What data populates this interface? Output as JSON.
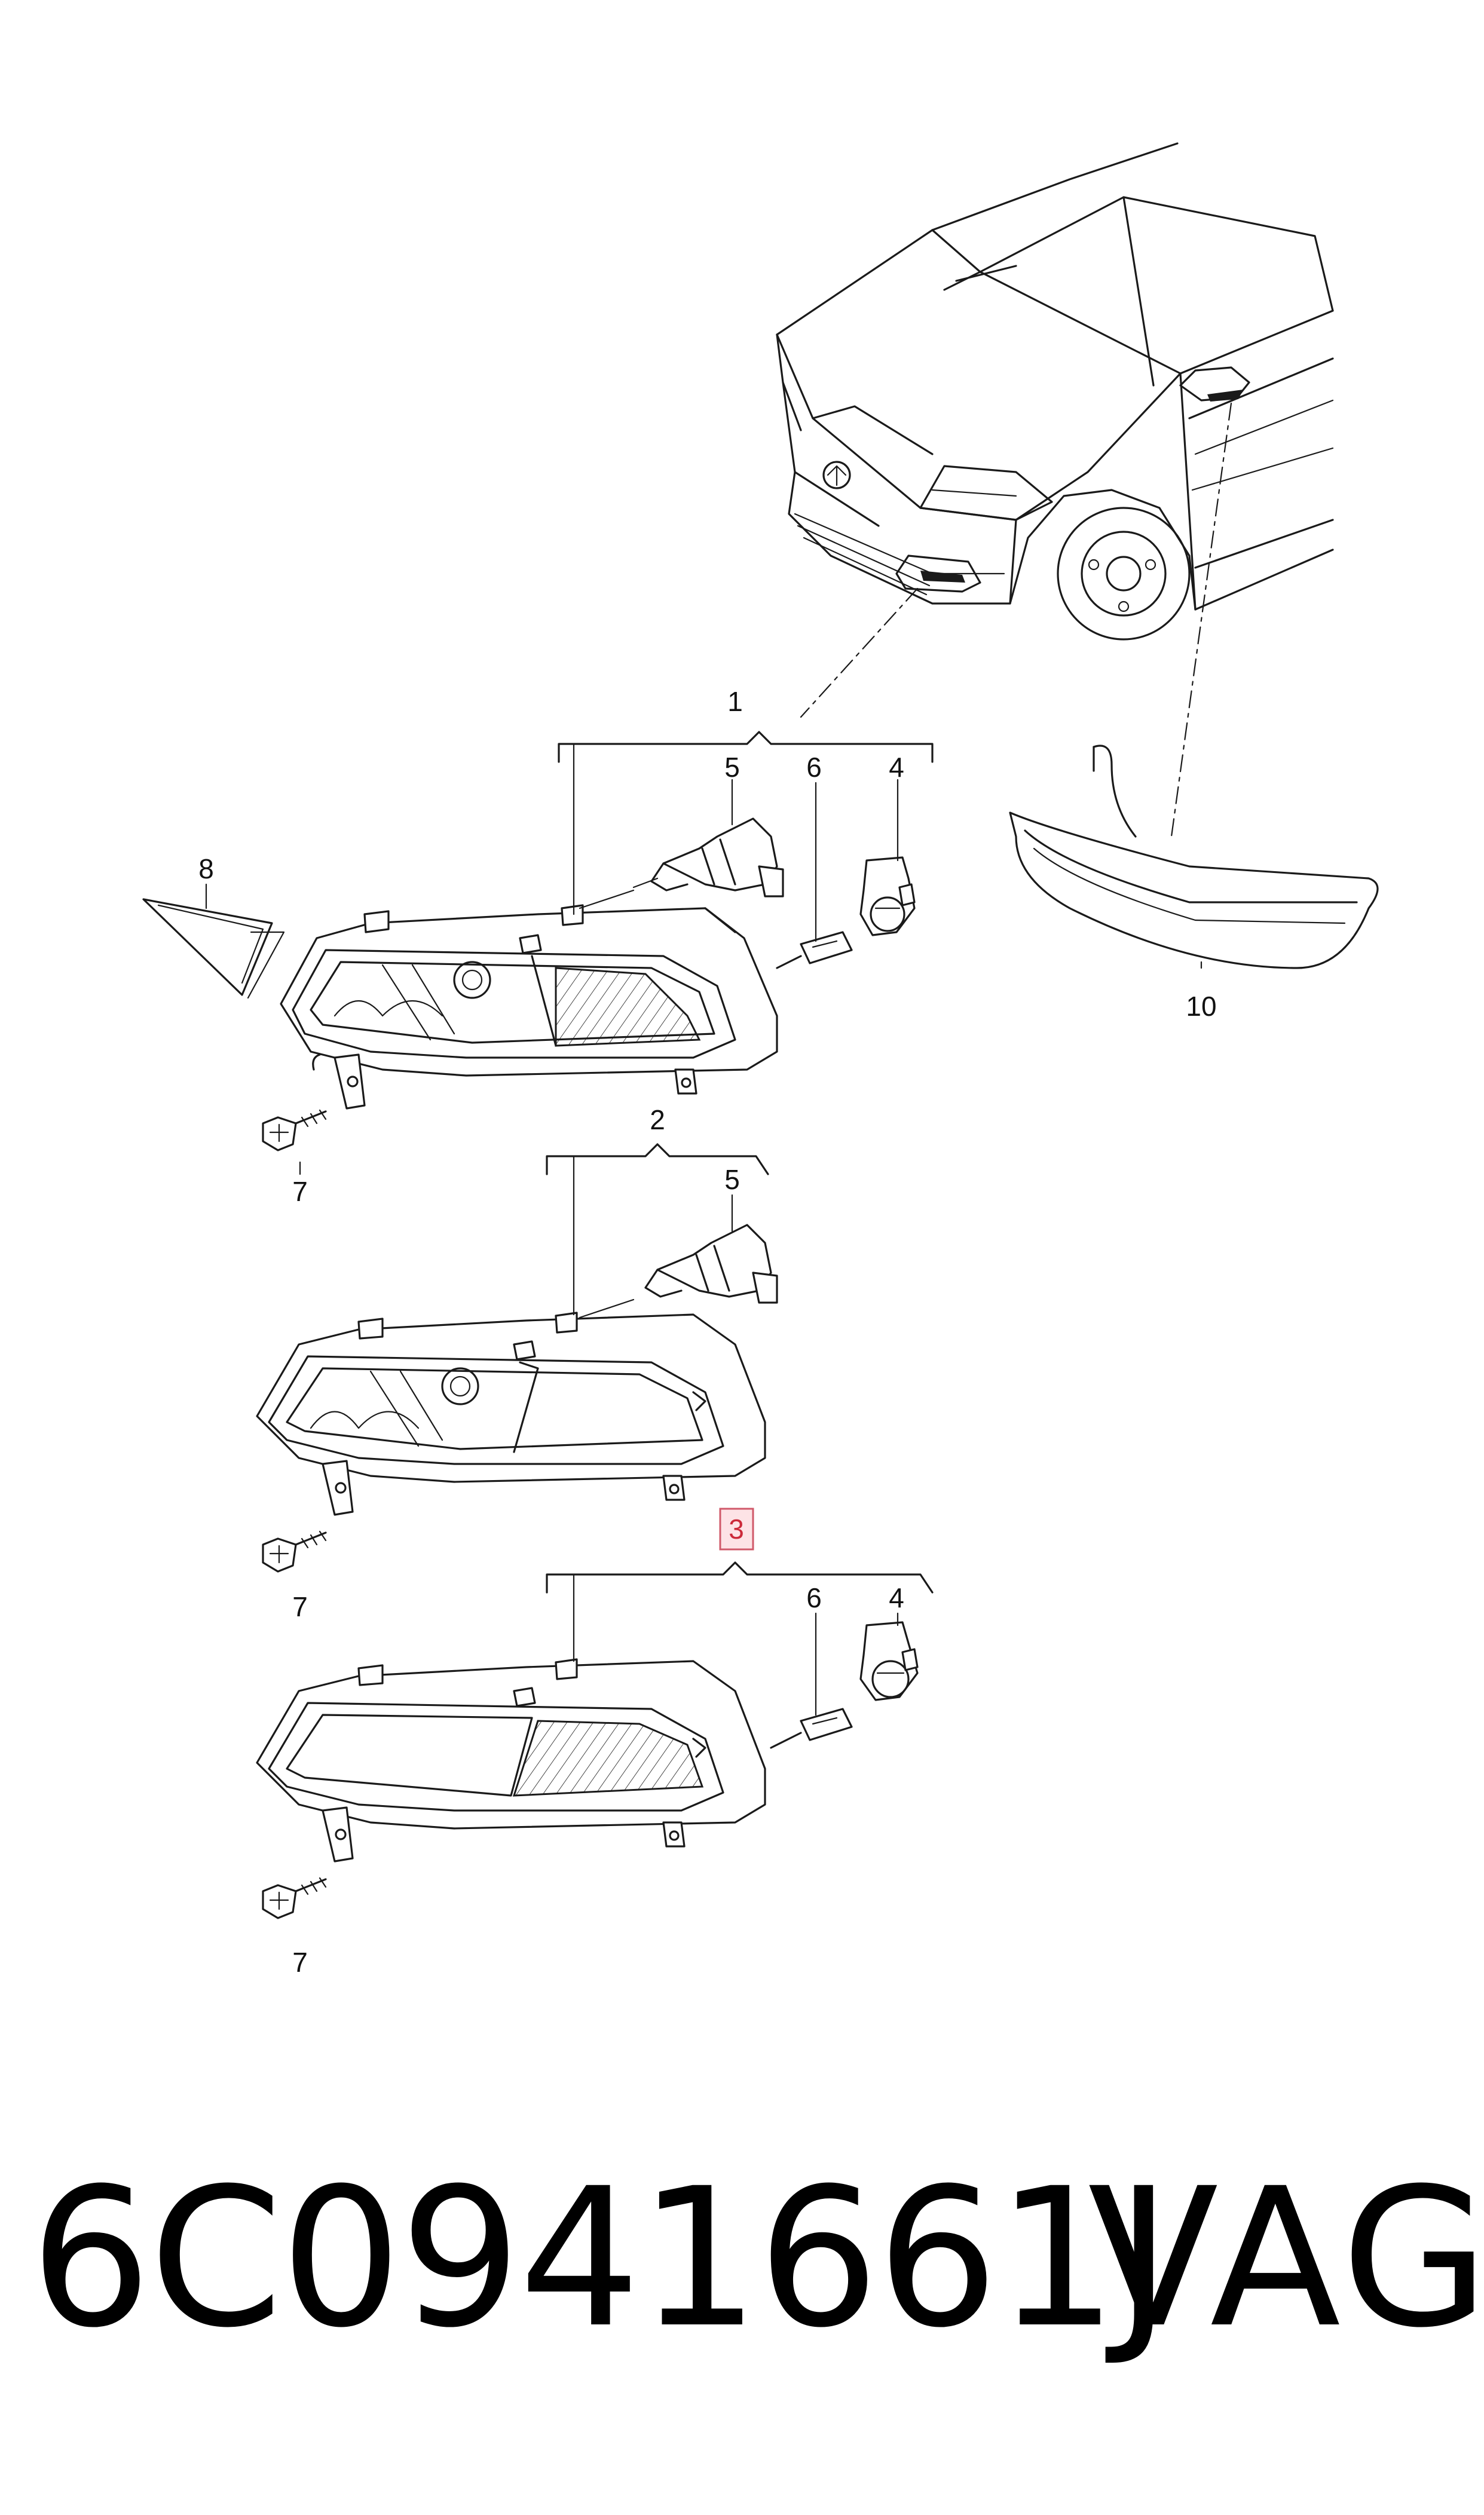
{
  "callouts": {
    "c1": "1",
    "c2": "2",
    "c3": "3",
    "c4a": "4",
    "c4b": "4",
    "c5a": "5",
    "c5b": "5",
    "c6a": "6",
    "c6b": "6",
    "c7a": "7",
    "c7b": "7",
    "c7c": "7",
    "c8": "8",
    "c10": "10"
  },
  "highlighted_callout": "3",
  "footer": {
    "part_number": "6C0941661J",
    "brand": "VAG"
  },
  "colors": {
    "line": "#1a1a1a",
    "highlight_fill": "#fde3e6",
    "highlight_stroke": "#d0596a",
    "highlight_text": "#cc2a3a"
  }
}
